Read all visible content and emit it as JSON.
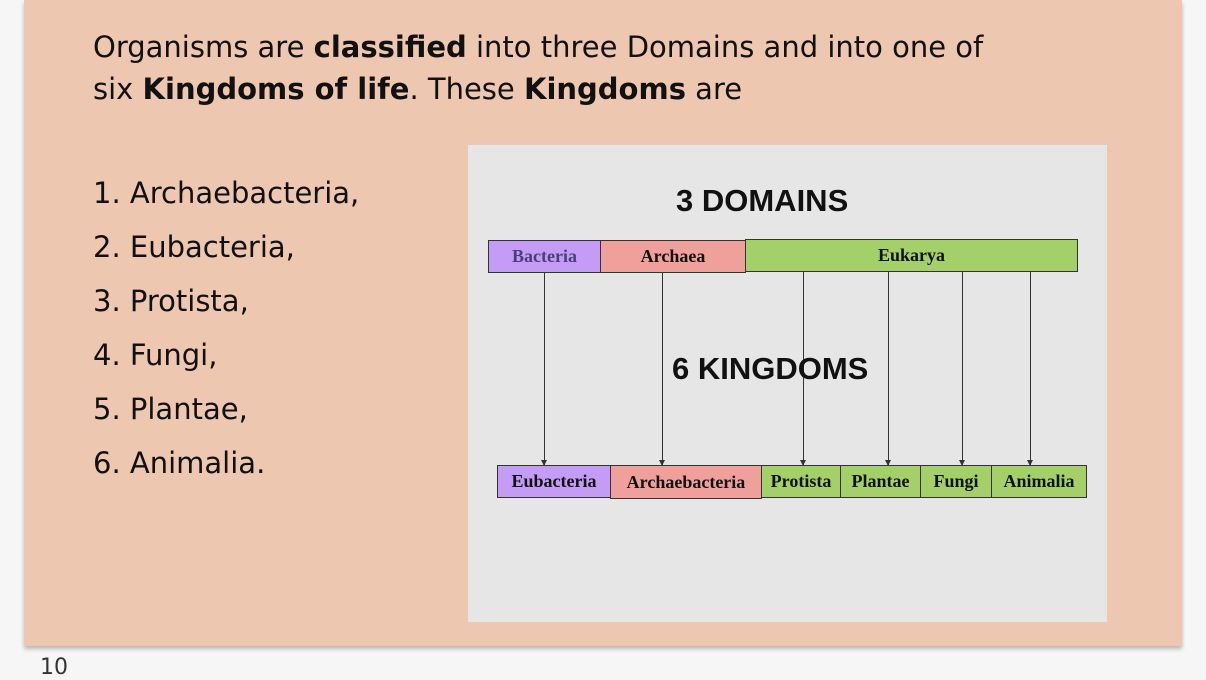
{
  "slide": {
    "intro": {
      "t1": "Organisms are ",
      "b1": "classified",
      "t2": " into three Domains and into one of six ",
      "b2": "Kingdoms of life",
      "t3": ". These ",
      "b3": "Kingdoms",
      "t4": " are"
    },
    "list": [
      "1.  Archaebacteria,",
      "2.  Eubacteria,",
      "3.  Protista,",
      "4.  Fungi,",
      "5.  Plantae,",
      "6.  Animalia."
    ],
    "page_number": "10"
  },
  "figure": {
    "domains_title": "3 DOMAINS",
    "kingdoms_title": "6 KINGDOMS",
    "domains": [
      "Bacteria",
      "Archaea",
      "Eukarya"
    ],
    "kingdoms": [
      "Eubacteria",
      "Archaebacteria",
      "Protista",
      "Plantae",
      "Fungi",
      "Animalia"
    ],
    "colors": {
      "bacteria": "#c59cf5",
      "archaea": "#f0a09b",
      "eukarya": "#a3d068",
      "background": "#eec7b0"
    }
  }
}
